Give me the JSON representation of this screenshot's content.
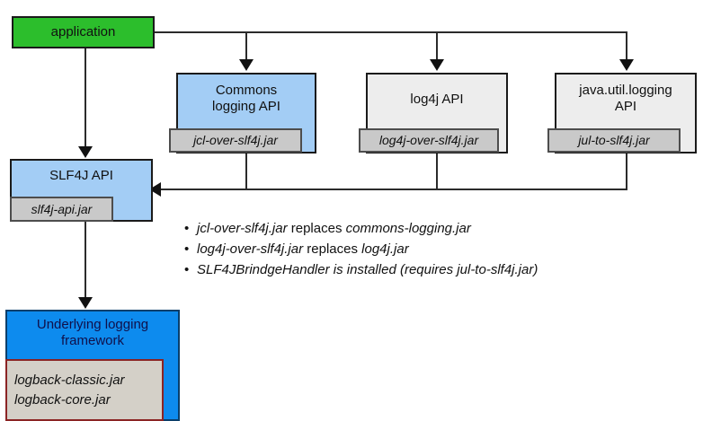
{
  "diagram": {
    "title": "SLF4J bridging legacy logging APIs",
    "colors": {
      "application_green": "#2cbe2c",
      "api_blue": "#a3cdf5",
      "api_gray": "#ededed",
      "underlying_blue": "#0d8bee",
      "jar_gray": "#c9c9c9",
      "logback_jar_gray": "#d4d0c8",
      "logback_border_red": "#8b2424",
      "line_black": "#2b2b2b"
    },
    "nodes": {
      "application": {
        "label": "application"
      },
      "commons": {
        "label": "Commons\nlogging API",
        "jar": "jcl-over-slf4j.jar"
      },
      "log4j": {
        "label": "log4j API",
        "jar": "log4j-over-slf4j.jar"
      },
      "jul": {
        "label": "java.util.logging\nAPI",
        "jar": "jul-to-slf4j.jar"
      },
      "slf4j": {
        "label": "SLF4J API",
        "jar": "slf4j-api.jar"
      },
      "underlying": {
        "label": "Underlying logging\nframework",
        "jar": "logback-classic.jar\nlogback-core.jar"
      }
    },
    "notes": {
      "bullet": "•",
      "items": [
        {
          "em1": "jcl-over-slf4j.jar",
          "plain": " replaces ",
          "em2": "commons-logging.jar"
        },
        {
          "em1": "log4j-over-slf4j.jar",
          "plain": " replaces ",
          "em2": "log4j.jar"
        },
        {
          "em1": "SLF4JBrindgeHandler is installed (requires jul-to-slf4j.jar)",
          "plain": "",
          "em2": ""
        }
      ]
    }
  }
}
